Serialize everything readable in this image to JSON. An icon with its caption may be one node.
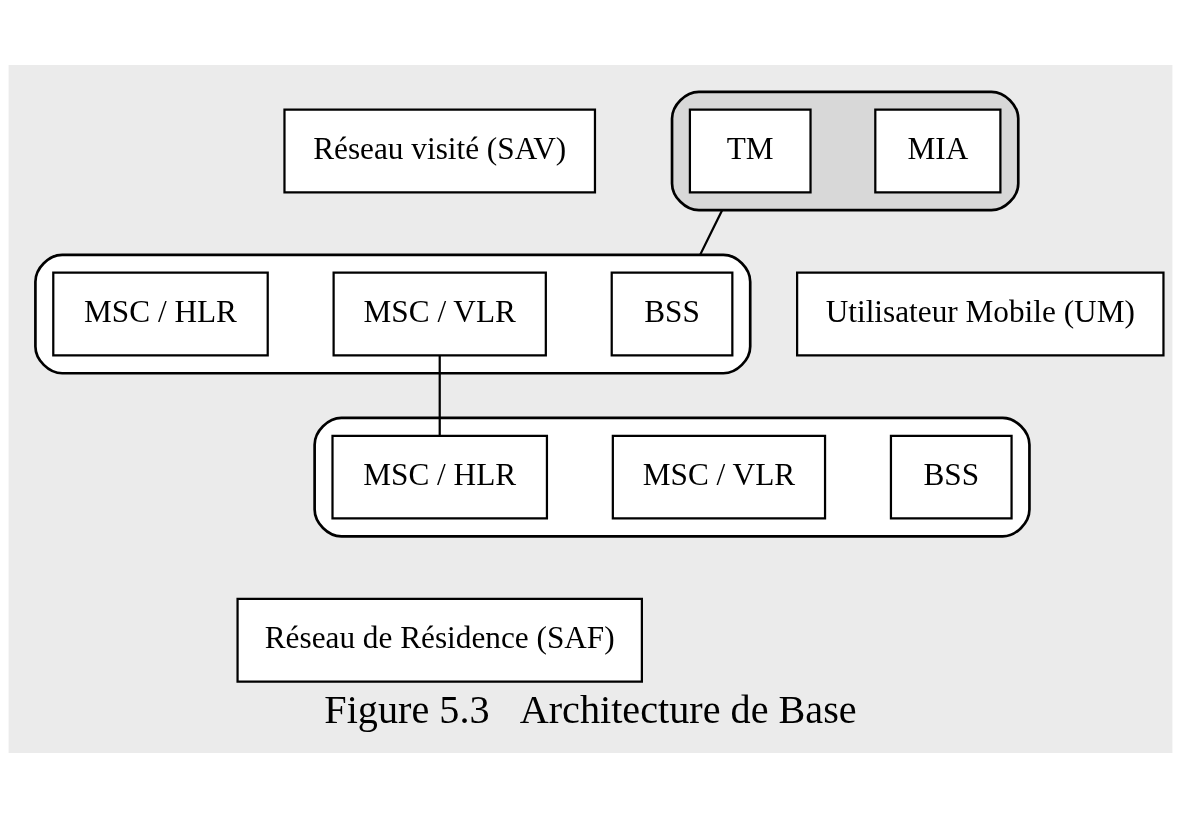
{
  "diagram": {
    "caption": "Figure 5.3   Architecture de Base",
    "nodes": [
      {
        "text": [
          "Réseau visité (SAV)"
        ]
      },
      {
        "text": [],
        "shape": "ellipse"
      },
      {
        "text": [
          "BSS"
        ],
        "in": 1
      },
      {
        "text": [
          "MSC / VLR"
        ],
        "in": 1
      },
      {
        "text": [
          "MSC / HLR"
        ],
        "in": 1
      },
      {
        "text": [],
        "shape": "ellipse"
      },
      {
        "text": [
          "TM"
        ],
        "in": 5
      },
      {
        "text": [
          "MIA"
        ],
        "in": 5
      },
      {
        "text": [
          "Utilisateur Mobile (UM)"
        ]
      },
      {
        "text": [],
        "shape": "ellipse"
      },
      {
        "text": [
          "BSS"
        ],
        "in": 9
      },
      {
        "text": [
          "MSC / VLR"
        ],
        "in": 9
      },
      {
        "text": [
          "MSC / HLR"
        ],
        "in": 9
      },
      {
        "text": [
          "Réseau de Résidence (SAF)"
        ]
      }
    ],
    "edges": [
      {
        "from": 5,
        "to": 1,
        "arrow": "none"
      },
      {
        "from": 3,
        "to": 12,
        "arrow": "none"
      }
    ]
  }
}
